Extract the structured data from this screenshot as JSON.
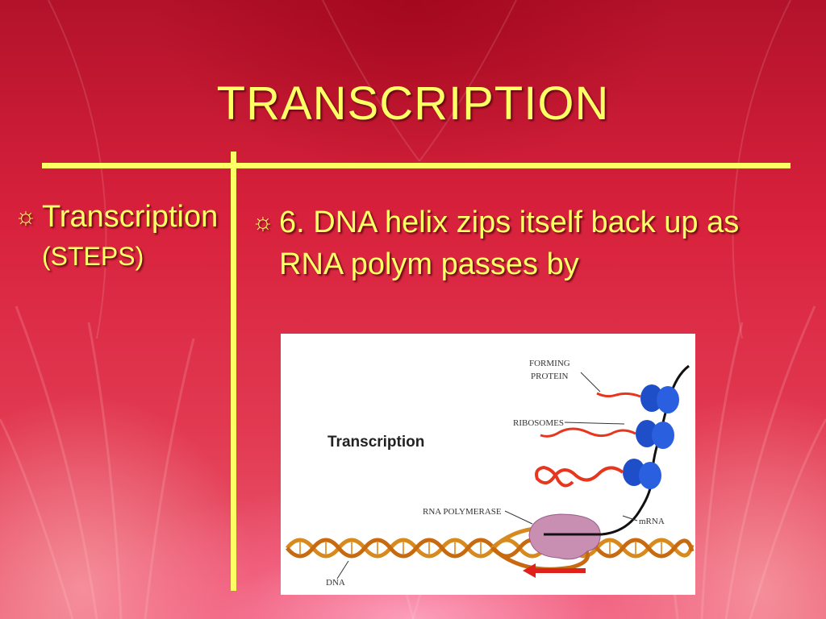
{
  "slide": {
    "title": "TRANSCRIPTION",
    "left": {
      "bullet_glyph": "☼",
      "text": "Transcription",
      "sub": "(STEPS)"
    },
    "right": {
      "bullet_glyph": "☼",
      "text": "6.  DNA helix zips itself back up as RNA polym passes by"
    },
    "figure": {
      "heading": "Transcription",
      "labels": {
        "forming_protein_1": "FORMING",
        "forming_protein_2": "PROTEIN",
        "ribosomes": "RIBOSOMES",
        "rna_polymerase": "RNA POLYMERASE",
        "mrna": "mRNA",
        "dna": "DNA"
      }
    }
  },
  "colors": {
    "text_yellow": "#ffff66",
    "background_red": "#d8213c",
    "ribosome_blue": "#1f4fc8",
    "polymerase_pink": "#c98fb3",
    "protein_orange": "#e8361e"
  }
}
